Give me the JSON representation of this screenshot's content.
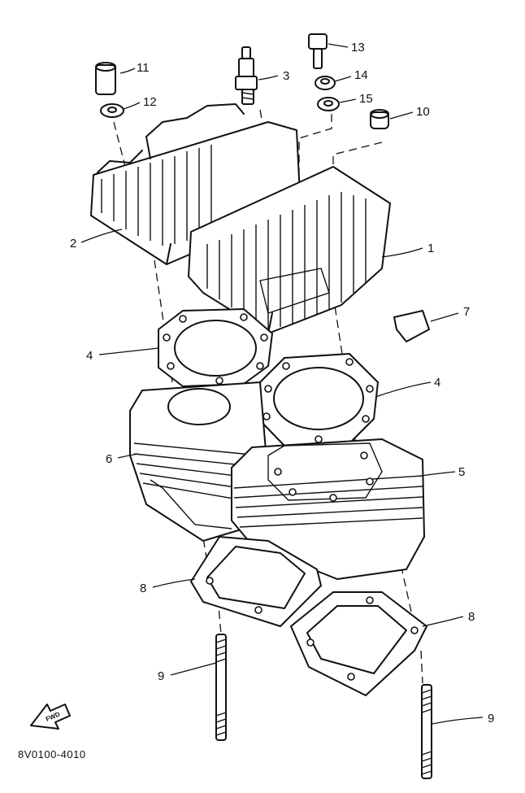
{
  "diagram": {
    "part_code": "8V0100-4010",
    "front_marker": "FWD",
    "callouts": {
      "c1": "1",
      "c2": "2",
      "c3": "3",
      "c4a": "4",
      "c4b": "4",
      "c5": "5",
      "c6": "6",
      "c7": "7",
      "c8a": "8",
      "c8b": "8",
      "c9a": "9",
      "c9b": "9",
      "c10": "10",
      "c11": "11",
      "c12": "12",
      "c13": "13",
      "c14": "14",
      "c15": "15"
    }
  }
}
